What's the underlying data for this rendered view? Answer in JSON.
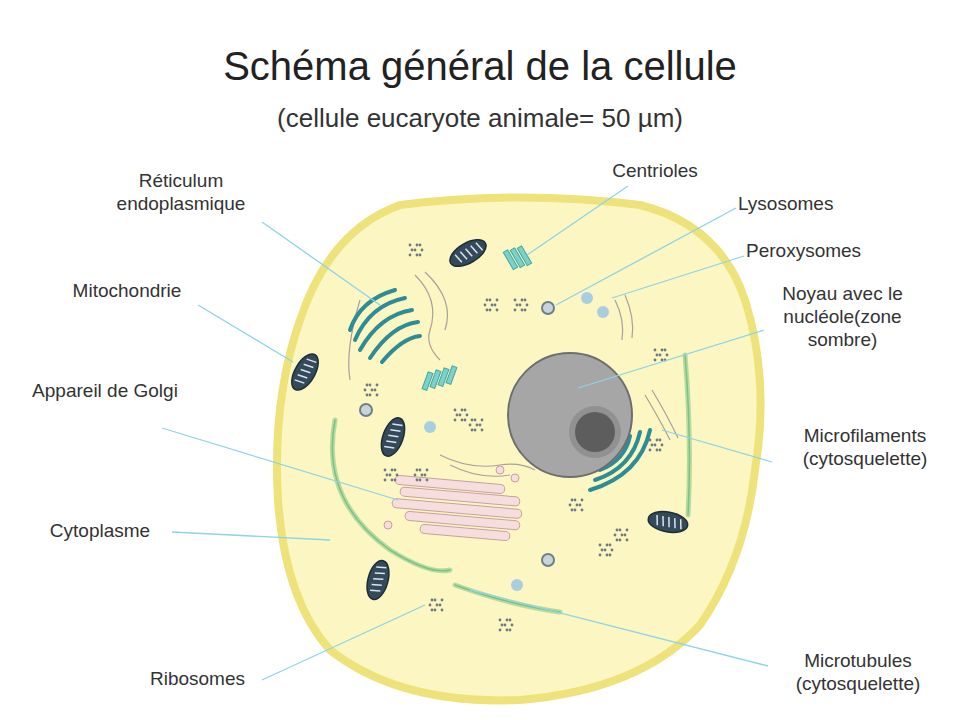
{
  "diagram": {
    "title": "Schéma général de la cellule",
    "labels": [
      "(cellule eucaryote animale= 50 µm)",
      "Réticulum endoplasmique",
      "Mitochondrie",
      "Appareil de Golgi",
      "Cytoplasme",
      "Ribosomes",
      "Centrioles",
      "Lysosomes",
      "Peroxysomes",
      "Noyau avec le nucléole(zone sombre)",
      "Microfilaments (cytosquelette)",
      "Microtubules (cytosquelette)"
    ]
  }
}
